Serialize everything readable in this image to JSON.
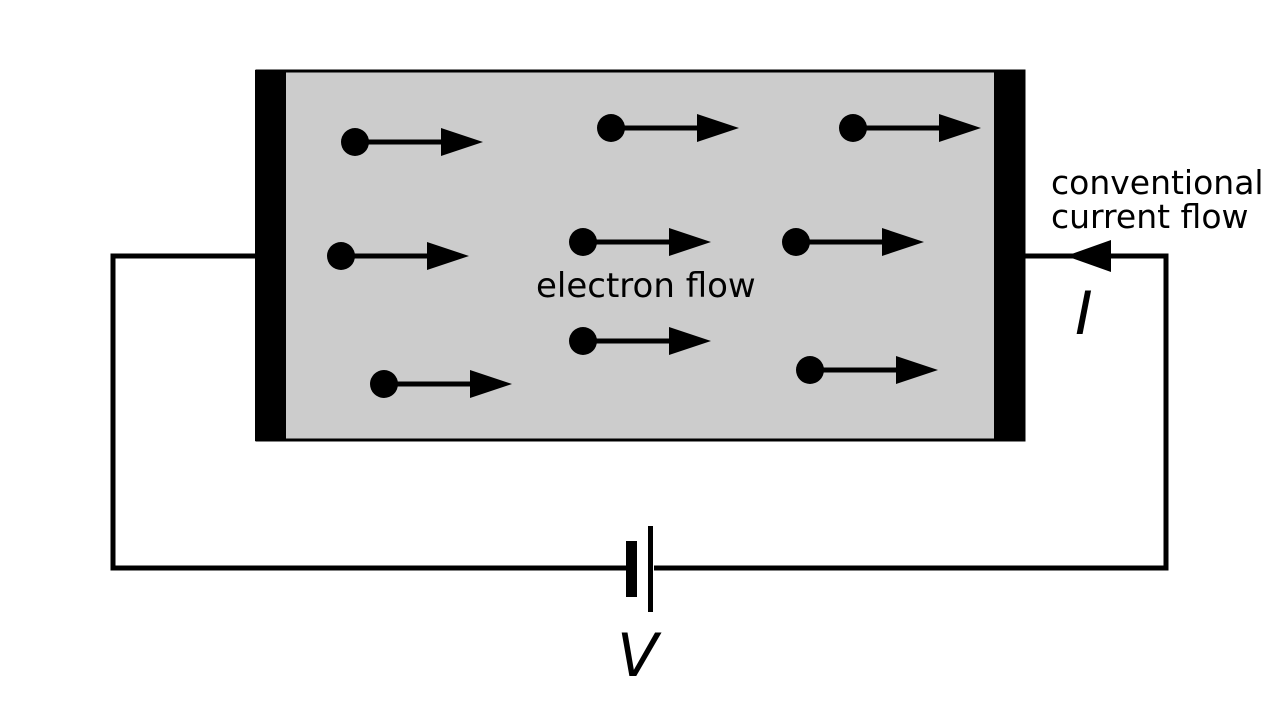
{
  "labels": {
    "electron_flow": "electron flow",
    "conventional_line1": "conventional",
    "conventional_line2": "current flow",
    "current_symbol": "I",
    "voltage_symbol": "V"
  },
  "colors": {
    "conductor_fill": "#cccccc",
    "wire": "#000000",
    "electrode": "#000000",
    "background": "#ffffff"
  },
  "electrons": {
    "count": 9,
    "direction": "right"
  },
  "current_arrow": {
    "direction": "left"
  }
}
